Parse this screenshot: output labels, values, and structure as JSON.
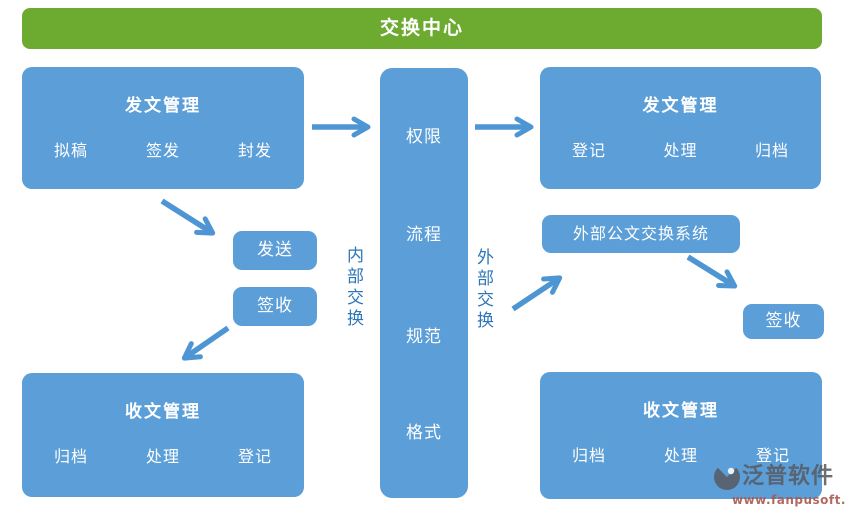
{
  "banner": {
    "label": "交换中心"
  },
  "diagram": {
    "outgoing_left": {
      "title": "发文管理",
      "items": [
        "拟稿",
        "签发",
        "封发"
      ]
    },
    "center_column": {
      "items": [
        "权限",
        "流程",
        "规范",
        "格式"
      ]
    },
    "outgoing_right": {
      "title": "发文管理",
      "items": [
        "登记",
        "处理",
        "归档"
      ]
    },
    "incoming_left": {
      "title": "收文管理",
      "items": [
        "归档",
        "处理",
        "登记"
      ]
    },
    "incoming_right": {
      "title": "收文管理",
      "items": [
        "归档",
        "处理",
        "登记"
      ]
    },
    "send_box": {
      "label": "发送"
    },
    "receipt_left_box": {
      "label": "签收"
    },
    "external_system_box": {
      "label": "外部公文交换系统"
    },
    "receipt_right_box": {
      "label": "签收"
    },
    "internal_exchange_label": "内部交换",
    "external_exchange_label": "外部交换"
  },
  "watermark": {
    "brand": "泛普软件",
    "url": "www.fanpusoft.com"
  },
  "colors": {
    "banner_green": "#6CAA30",
    "box_blue": "#5B9ED8",
    "arrow_blue": "#4E95D4",
    "vertical_label_blue": "#2E75B6",
    "watermark_gray": "#585D63",
    "watermark_url_red": "#A8564A"
  }
}
